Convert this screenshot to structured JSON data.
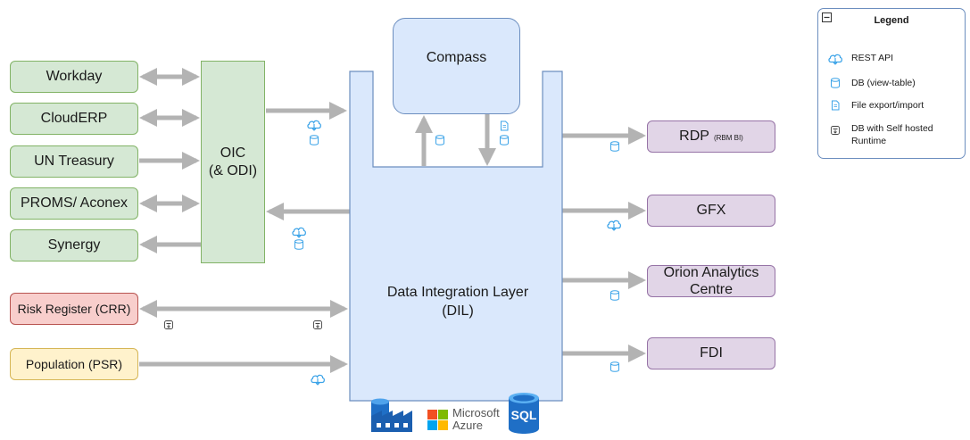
{
  "sources": {
    "workday": "Workday",
    "clouderp": "CloudERP",
    "un_treasury": "UN Treasury",
    "proms": "PROMS/ Aconex",
    "synergy": "Synergy",
    "risk_register": "Risk Register (CRR)",
    "population": "Population (PSR)"
  },
  "oic": {
    "line1": "OIC",
    "line2": "(& ODI)"
  },
  "compass": "Compass",
  "dil": {
    "line1": "Data Integration Layer",
    "line2": "(DIL)"
  },
  "targets": {
    "rdp": "RDP",
    "rdp_sub": "(RBM BI)",
    "gfx": "GFX",
    "orion_line1": "Orion Analytics",
    "orion_line2": "Centre",
    "fdi": "FDI"
  },
  "logos": {
    "microsoft": "Microsoft",
    "azure": "Azure",
    "sql": "SQL"
  },
  "legend": {
    "title": "Legend",
    "items": [
      "REST API",
      "DB (view-table)",
      "File export/import",
      "DB with Self hosted Runtime"
    ]
  },
  "colors": {
    "green_fill": "#d5e8d4",
    "green_border": "#82b366",
    "purple_fill": "#e1d5e7",
    "purple_border": "#9673a6",
    "blue_fill": "#dae8fc",
    "blue_border": "#6c8ebf",
    "red_fill": "#f8cecc",
    "red_border": "#b85450",
    "yellow_fill": "#fff2cc",
    "yellow_border": "#d6b656",
    "arrow": "#b3b3b3",
    "icon": "#3ba3e8"
  }
}
